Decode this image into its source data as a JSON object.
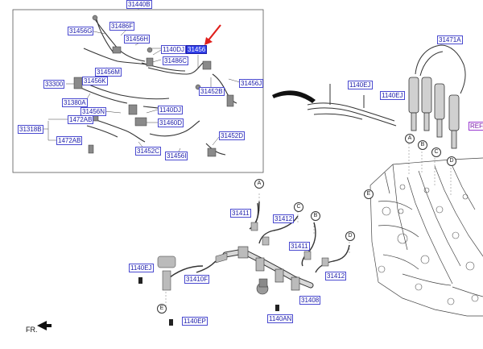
{
  "header_label": "31440B",
  "labels": [
    "31456G",
    "31486F",
    "31456H",
    "1140DJ",
    "31486C",
    "31456M",
    "31456K",
    "33300",
    "31380A",
    "31456N",
    "1472AB",
    "31318B",
    "1472AB",
    "1140DJ",
    "31460D",
    "31452C",
    "31456I",
    "31452D",
    "31452B",
    "31456J",
    "1140EJ",
    "1140EJ",
    "31471A",
    "REF.",
    "31411",
    "31412",
    "31411",
    "31412",
    "1140EJ",
    "31410F",
    "31408",
    "1140AN",
    "1140EP"
  ],
  "highlight_label": "31456",
  "circle_markers": [
    "A",
    "B",
    "C",
    "D",
    "E",
    "A",
    "B",
    "C",
    "D",
    "E"
  ],
  "direction_label": "FR.",
  "colors": {
    "label_text": "#1a1aa8",
    "label_border": "#4a4ad0",
    "highlight_bg": "#2f3fe8",
    "pointer_arrow": "#e0201c"
  }
}
